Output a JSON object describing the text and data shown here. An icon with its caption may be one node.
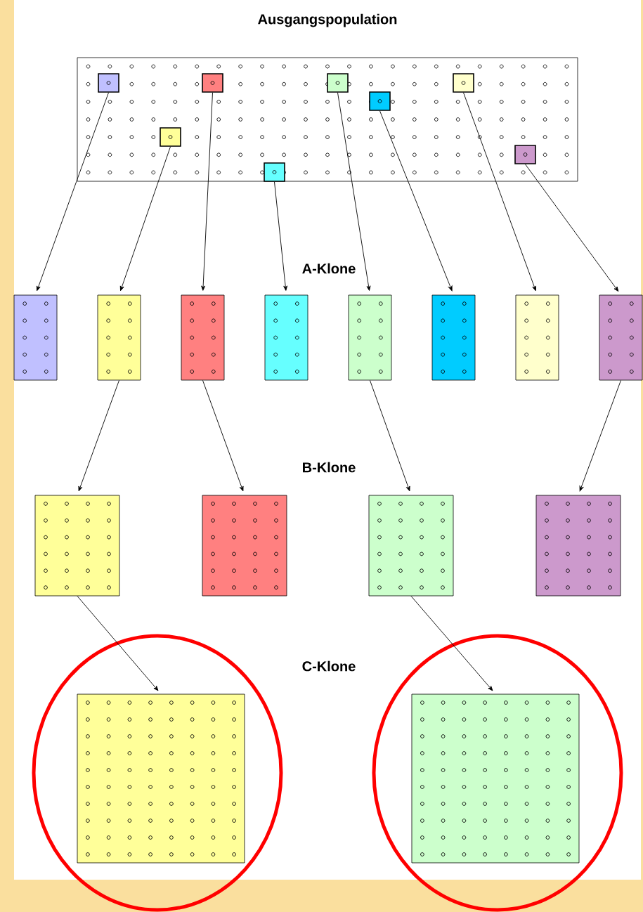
{
  "diagram": {
    "nodes": [
      {
        "text": [
          "Ausgangspopulation"
        ]
      },
      {
        "text": [],
        "shape": "box",
        "in": 0
      },
      {
        "text": [],
        "shape": "box",
        "in": 0
      },
      {
        "text": [],
        "shape": "box",
        "in": 0
      },
      {
        "text": [],
        "shape": "box",
        "in": 0
      },
      {
        "text": [],
        "shape": "box",
        "in": 0
      },
      {
        "text": [],
        "shape": "box",
        "in": 0
      },
      {
        "text": [],
        "shape": "box",
        "in": 0
      },
      {
        "text": [],
        "shape": "box",
        "in": 0
      },
      {
        "text": [],
        "shape": "box"
      },
      {
        "text": [],
        "shape": "box"
      },
      {
        "text": [],
        "shape": "box"
      },
      {
        "text": [],
        "shape": "box"
      },
      {
        "text": [],
        "shape": "box"
      },
      {
        "text": [],
        "shape": "box"
      },
      {
        "text": [],
        "shape": "box"
      },
      {
        "text": [],
        "shape": "box"
      },
      {
        "text": [],
        "shape": "box"
      },
      {
        "text": [],
        "shape": "box"
      },
      {
        "text": [],
        "shape": "box"
      },
      {
        "text": [],
        "shape": "box"
      },
      {
        "text": [],
        "shape": "box"
      },
      {
        "text": [],
        "shape": "box"
      }
    ],
    "edges": [
      {
        "from": 1,
        "to": 9,
        "arrow": "to"
      },
      {
        "from": 2,
        "to": 10,
        "arrow": "to"
      },
      {
        "from": 3,
        "to": 11,
        "arrow": "to"
      },
      {
        "from": 4,
        "to": 12,
        "arrow": "to"
      },
      {
        "from": 5,
        "to": 13,
        "arrow": "to"
      },
      {
        "from": 6,
        "to": 14,
        "arrow": "to"
      },
      {
        "from": 7,
        "to": 15,
        "arrow": "to"
      },
      {
        "from": 8,
        "to": 16,
        "arrow": "to"
      },
      {
        "from": 10,
        "to": 17,
        "arrow": "to"
      },
      {
        "from": 11,
        "to": 18,
        "arrow": "to"
      },
      {
        "from": 13,
        "to": 19,
        "arrow": "to"
      },
      {
        "from": 16,
        "to": 20,
        "arrow": "to"
      },
      {
        "from": 17,
        "to": 21,
        "arrow": "to"
      },
      {
        "from": 19,
        "to": 22,
        "arrow": "to"
      }
    ],
    "labels": [
      "A-Klone",
      "B-Klone",
      "C-Klone"
    ]
  }
}
